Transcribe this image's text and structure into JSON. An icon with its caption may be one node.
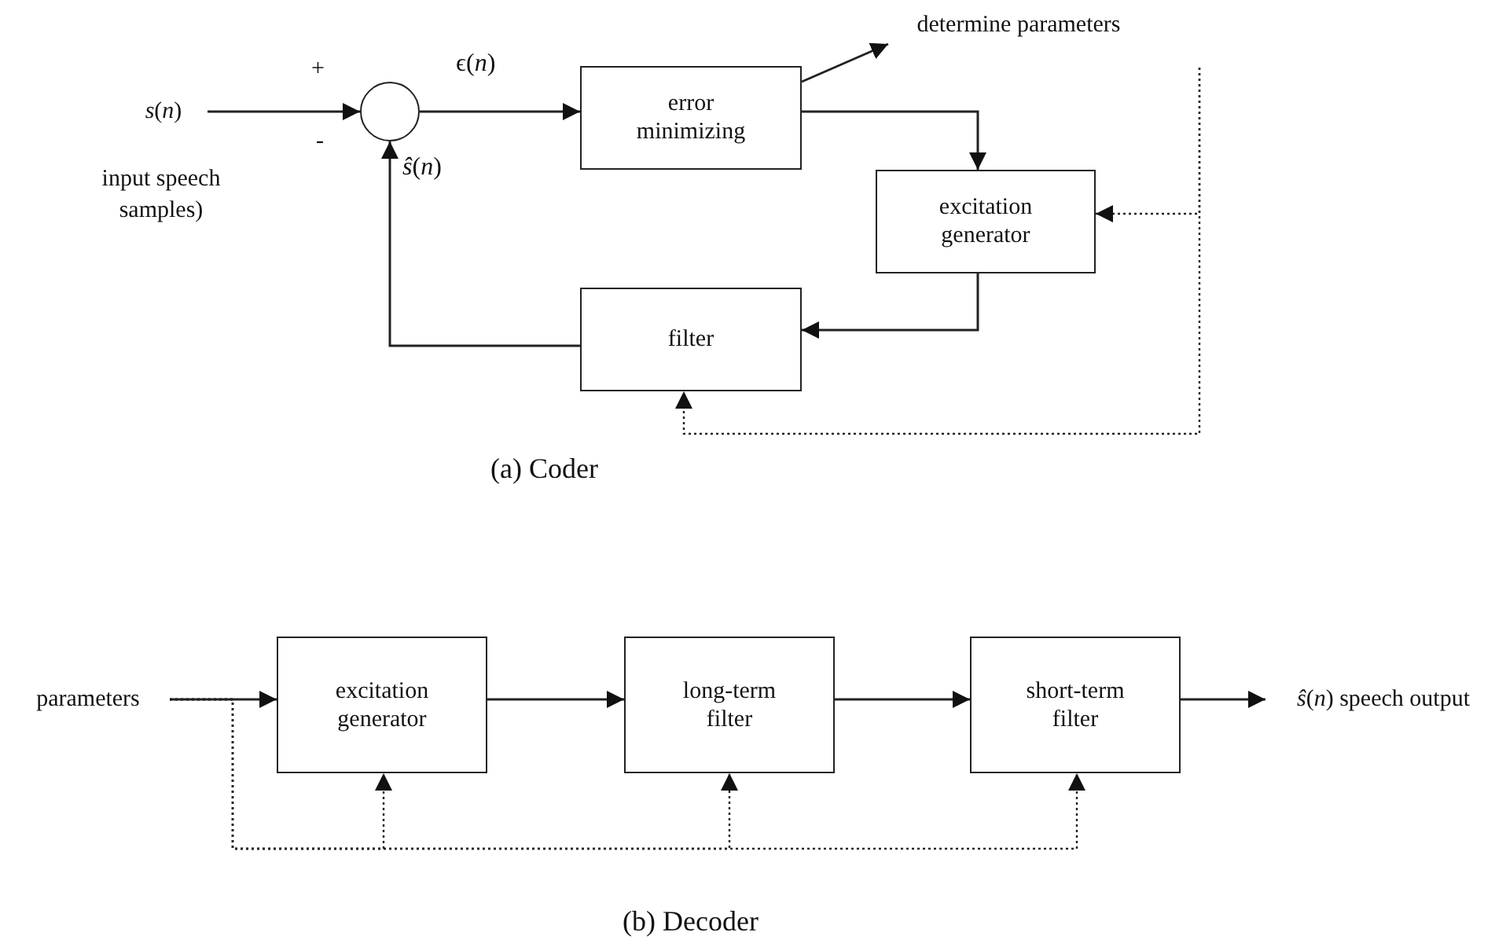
{
  "diagram": {
    "nodes": [
      {
        "text": [
          "*s*(*n*)"
        ],
        "beside": [
          "input speech samples)"
        ]
      },
      {
        "text": [],
        "shape": "circle"
      },
      {
        "text": [
          "error minimizing"
        ]
      },
      {
        "text": [
          "excitation generator"
        ]
      },
      {
        "text": [
          "filter"
        ]
      },
      {
        "text": [
          "determine parameters"
        ]
      },
      {
        "text": [
          "parameters"
        ]
      },
      {
        "text": [
          "excitation generator"
        ]
      },
      {
        "text": [
          "long-term filter"
        ]
      },
      {
        "text": [
          "short-term filter"
        ]
      },
      {
        "text": [
          "*ŝ*(*n*) speech output"
        ]
      }
    ],
    "edges": [
      {
        "from": 0,
        "to": 1,
        "arrow": "to"
      },
      {
        "from": 1,
        "to": 2,
        "arrow": "to",
        "label": "ϵ(*n*)"
      },
      {
        "from": 2,
        "to": 5,
        "arrow": "to"
      },
      {
        "from": 2,
        "to": 3,
        "arrow": "to"
      },
      {
        "from": 3,
        "to": 4,
        "arrow": "to"
      },
      {
        "from": 4,
        "to": 1,
        "arrow": "to",
        "label": "*ŝ*(*n*)"
      },
      {
        "from": null,
        "to": 3,
        "arrow": "to",
        "style": "dashed"
      },
      {
        "from": null,
        "to": 4,
        "arrow": "to",
        "style": "dashed"
      },
      {
        "from": 6,
        "to": 7,
        "arrow": "to"
      },
      {
        "from": 7,
        "to": 8,
        "arrow": "to"
      },
      {
        "from": 8,
        "to": 9,
        "arrow": "to"
      },
      {
        "from": 9,
        "to": 10,
        "arrow": "to"
      },
      {
        "from": 6,
        "to": 7,
        "arrow": "to",
        "style": "dashed"
      },
      {
        "from": 6,
        "to": 8,
        "arrow": "to",
        "style": "dashed"
      },
      {
        "from": 6,
        "to": 9,
        "arrow": "to",
        "style": "dashed"
      }
    ],
    "labels": [
      "+",
      "-",
      "(a) Coder",
      "(b) Decoder"
    ]
  }
}
